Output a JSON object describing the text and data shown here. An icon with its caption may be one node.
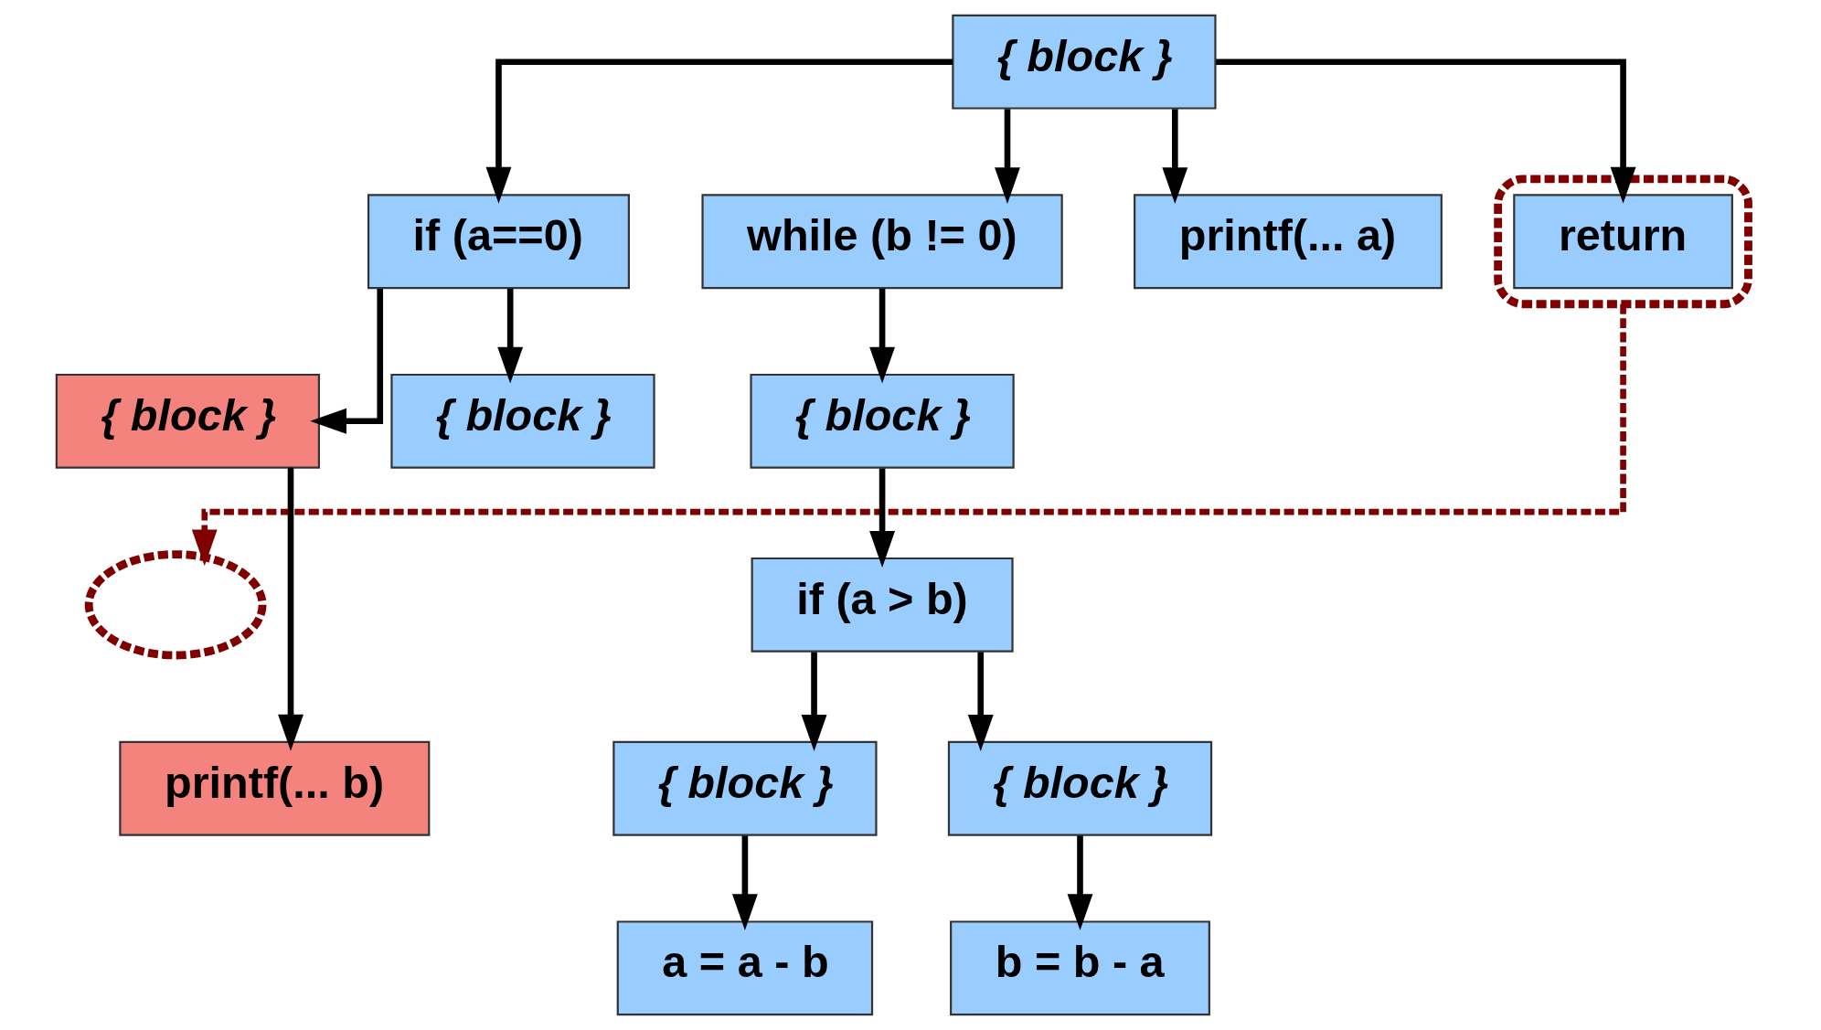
{
  "diagram": {
    "nodes": [
      {
        "text": [
          "{ block }"
        ]
      },
      {
        "text": [
          "if (a==0)"
        ]
      },
      {
        "text": [
          "while (b != 0)"
        ]
      },
      {
        "text": [
          "printf(... a)"
        ]
      },
      {
        "text": [],
        "shape": "ellipse"
      },
      {
        "text": [
          "return"
        ],
        "in": 4
      },
      {
        "text": [
          "{ block }"
        ]
      },
      {
        "text": [
          "{ block }"
        ]
      },
      {
        "text": [
          "{ block }"
        ]
      },
      {
        "text": [],
        "shape": "ellipse"
      },
      {
        "text": [
          "printf(... b)"
        ]
      },
      {
        "text": [
          "if (a > b)"
        ]
      },
      {
        "text": [
          "{ block }"
        ]
      },
      {
        "text": [
          "{ block }"
        ]
      },
      {
        "text": [
          "a = a - b"
        ]
      },
      {
        "text": [
          "b = b - a"
        ]
      }
    ],
    "edges": [
      {
        "from": 0,
        "to": 1,
        "arrow": "to"
      },
      {
        "from": 0,
        "to": 2,
        "arrow": "to"
      },
      {
        "from": 0,
        "to": 3,
        "arrow": "to"
      },
      {
        "from": 0,
        "to": 5,
        "arrow": "to"
      },
      {
        "from": 1,
        "to": 6,
        "arrow": "to"
      },
      {
        "from": 1,
        "to": 7,
        "arrow": "to"
      },
      {
        "from": 2,
        "to": 8,
        "arrow": "to"
      },
      {
        "from": 6,
        "to": 10,
        "arrow": "to"
      },
      {
        "from": 8,
        "to": 11,
        "arrow": "to"
      },
      {
        "from": 11,
        "to": 12,
        "arrow": "to"
      },
      {
        "from": 11,
        "to": 13,
        "arrow": "to"
      },
      {
        "from": 12,
        "to": 14,
        "arrow": "to"
      },
      {
        "from": 13,
        "to": 15,
        "arrow": "to"
      },
      {
        "from": 4,
        "to": 9,
        "arrow": "to",
        "style": "dashed",
        "color": "#800000"
      }
    ]
  }
}
